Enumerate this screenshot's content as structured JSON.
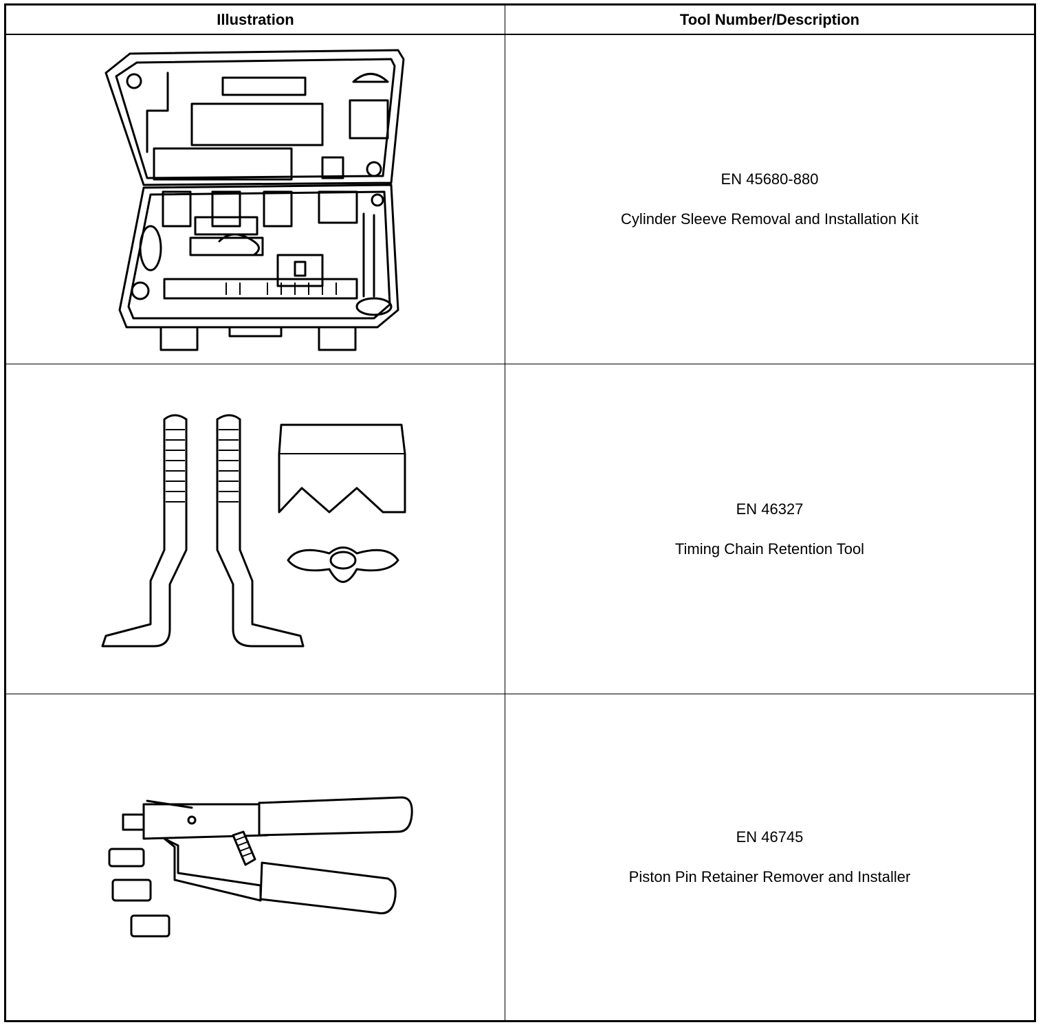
{
  "table": {
    "headers": {
      "illustration": "Illustration",
      "tool": "Tool Number/Description"
    },
    "rows": [
      {
        "number": "EN 45680-880",
        "description": "Cylinder Sleeve Removal and Installation Kit",
        "illustration_icon": "tool-case-kit-icon"
      },
      {
        "number": "EN 46327",
        "description": "Timing Chain Retention Tool",
        "illustration_icon": "timing-chain-retention-tool-icon"
      },
      {
        "number": "EN 46745",
        "description": "Piston Pin Retainer Remover and Installer",
        "illustration_icon": "piston-pin-pliers-icon"
      }
    ]
  }
}
